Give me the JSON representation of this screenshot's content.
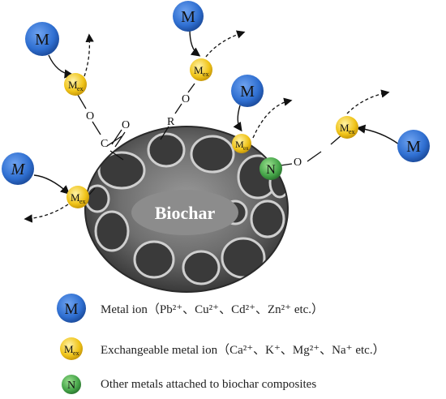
{
  "biochar_label": "Biochar",
  "symbols": {
    "metal": "M",
    "exchangeable_base": "M",
    "exchangeable_sub": "ex",
    "other": "N"
  },
  "atoms": {
    "oxygen": "O",
    "carbon": "C",
    "r_group": "R"
  },
  "legend": [
    {
      "symbol": "M",
      "text": "Metal ion（Pb²⁺、Cu²⁺、Cd²⁺、Zn²⁺ etc.）"
    },
    {
      "symbol": "Mex",
      "text": "Exchangeable metal ion（Ca²⁺、K⁺、Mg²⁺、Na⁺ etc.）"
    },
    {
      "symbol": "N",
      "text": "Other metals attached to biochar composites"
    }
  ],
  "colors": {
    "metal_fill": "#2f6fd1",
    "exchangeable_fill": "#f0c419",
    "other_fill": "#47a64a",
    "biochar_core": "#8a8a8a",
    "biochar_rim": "#3d3d3d"
  }
}
